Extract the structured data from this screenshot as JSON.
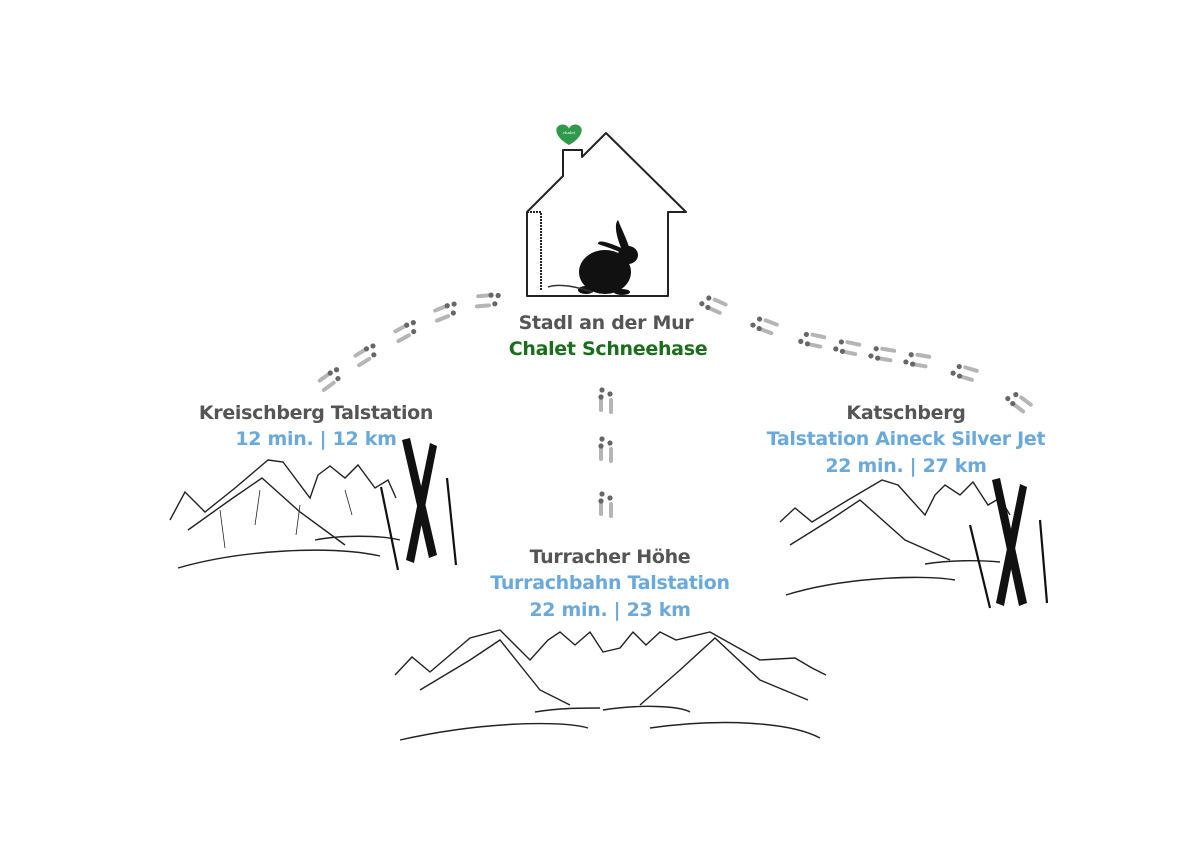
{
  "home": {
    "town": "Stadl an der Mur",
    "name": "Chalet Schneehase",
    "logo_icon": "green-heart-logo",
    "logo_color": "#2f9a4a",
    "name_color": "#1b6e1b"
  },
  "destinations": [
    {
      "id": "kreischberg",
      "title": "Kreischberg Talstation",
      "subtitle": "",
      "distance": "12 min. | 12 km",
      "icons": [
        "mountains-icon",
        "skis-icon",
        "ski-poles-icon"
      ]
    },
    {
      "id": "turracher",
      "title": "Turracher Höhe",
      "subtitle": "Turrachbahn Talstation",
      "distance": "22 min. | 23 km",
      "icons": [
        "mountains-icon"
      ]
    },
    {
      "id": "katschberg",
      "title": "Katschberg",
      "subtitle": "Talstation Aineck Silver Jet",
      "distance": "22 min. | 27 km",
      "icons": [
        "mountains-icon",
        "skis-icon",
        "ski-poles-icon"
      ]
    }
  ],
  "colors": {
    "title_gray": "#555555",
    "detail_blue": "#6aa9dc",
    "footprint_gray": "#b5b5b5"
  }
}
